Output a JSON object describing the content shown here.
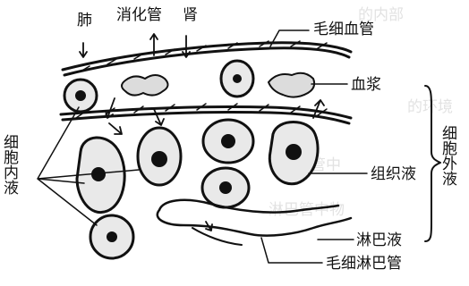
{
  "labels": {
    "lung": "肺",
    "digestive_tract": "消化管",
    "kidney": "肾",
    "capillary": "毛细血管",
    "plasma": "血浆",
    "tissue_fluid": "组织液",
    "lymph": "淋巴液",
    "lymph_capillary": "毛细淋巴管",
    "intracellular_fluid": "细胞内液",
    "extracellular_fluid": "细胞外液"
  },
  "background_text": [
    "的内部",
    "的环境",
    "血管中",
    "淋巴管中物"
  ]
}
